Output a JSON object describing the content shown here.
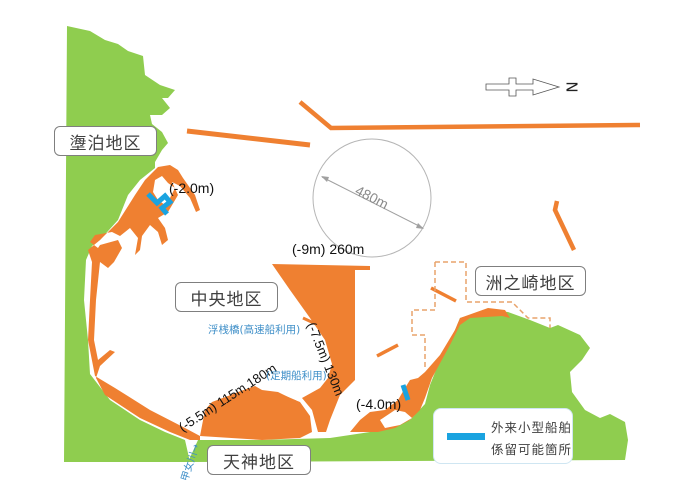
{
  "map": {
    "colors": {
      "land": "#8fcd4f",
      "port_facility": "#ef8031",
      "mooring": "#1aa3e0",
      "planned_dashed": "#e8a36b",
      "water": "#ffffff",
      "scale_circle": "#b5b5b5",
      "usage_text": "#3f8fc8"
    },
    "compass": {
      "icon": "north-arrow-icon",
      "label": "N"
    },
    "scale": {
      "label": "480m"
    },
    "districts": [
      {
        "id": "tomari",
        "label": "塰泊地区"
      },
      {
        "id": "chuo",
        "label": "中央地区"
      },
      {
        "id": "sunosaki",
        "label": "洲之崎地区"
      },
      {
        "id": "tenjin",
        "label": "天神地区"
      }
    ],
    "depth_labels": {
      "tomari": "(-2.0m)",
      "chuo_north": "(-9m) 260m",
      "chuo_east": "(-7.5m) 130m",
      "tenjin": "(-5.5m) 115m,180m",
      "sunosaki": "(-4.0m)"
    },
    "usage_labels": {
      "pontoon": "浮桟橋(高速船利用)",
      "regular_ferry": "(定期船利用)"
    },
    "river": {
      "label": "甲女川",
      "arrow": "→"
    },
    "legend": {
      "line1": "外来小型船舶",
      "line2": "係留可能箇所"
    }
  }
}
